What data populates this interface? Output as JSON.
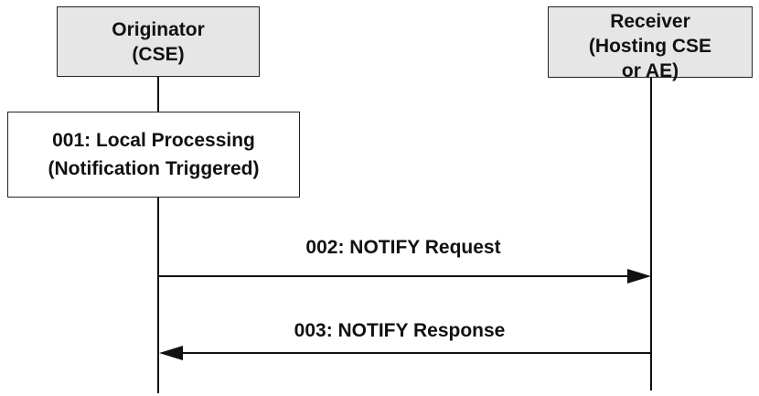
{
  "participants": {
    "originator": {
      "line1": "Originator",
      "line2": "(CSE)"
    },
    "receiver": {
      "line1": "Receiver",
      "line2": "(Hosting CSE",
      "line3": "or AE)"
    }
  },
  "process": {
    "line1": "001: Local Processing",
    "line2": "(Notification Triggered)"
  },
  "messages": [
    {
      "label": "002: NOTIFY Request",
      "direction": "originator-to-receiver"
    },
    {
      "label": "003: NOTIFY Response",
      "direction": "receiver-to-originator"
    }
  ],
  "colors": {
    "box_fill": "#e6e6e6",
    "line": "#111111"
  }
}
